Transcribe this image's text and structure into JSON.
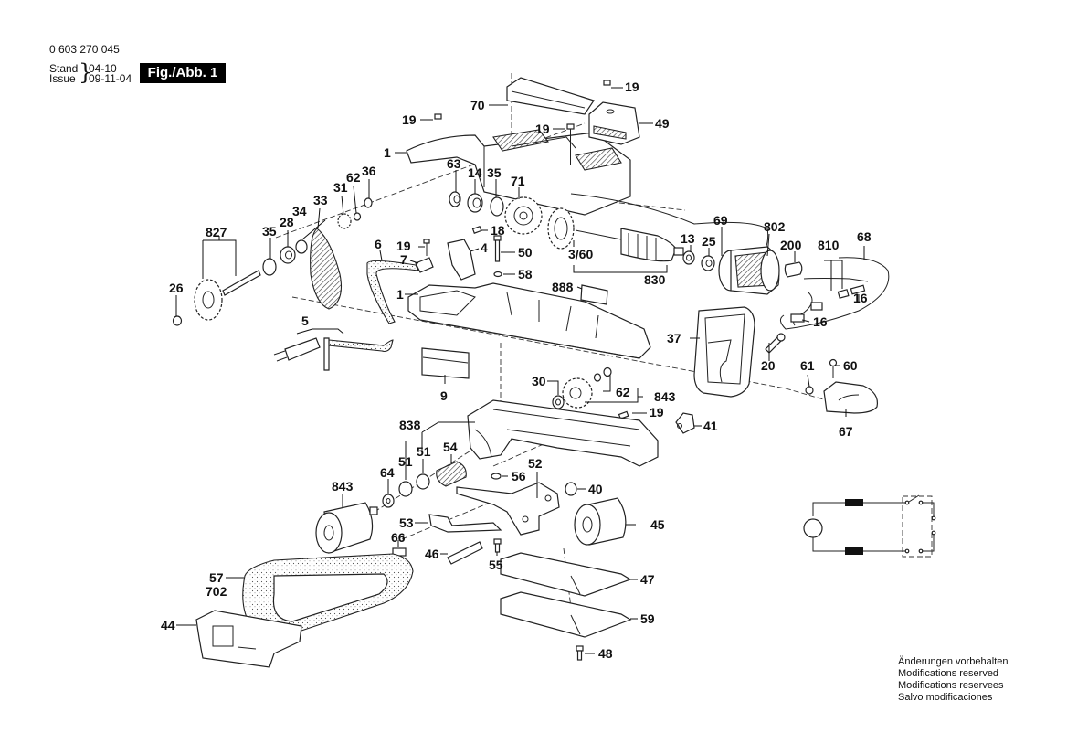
{
  "header": {
    "doc_number": "0 603 270 045",
    "stand_label": "Stand",
    "stand_date": "04-10",
    "issue_label": "Issue",
    "issue_date": "09-11-04",
    "figure_badge": "Fig./Abb. 1"
  },
  "notice": [
    "Änderungen vorbehalten",
    "Modifications reserved",
    "Modifications reservees",
    "Salvo modificaciones"
  ],
  "part_labels": {
    "p19a": "19",
    "p70": "70",
    "p19b": "19",
    "p19c": "19",
    "p49": "49",
    "p1a": "1",
    "p63": "63",
    "p14": "14",
    "p35a": "35",
    "p71": "71",
    "p36": "36",
    "p62a": "62",
    "p31": "31",
    "p34": "34",
    "p33": "33",
    "p28": "28",
    "p35b": "35",
    "p827": "827",
    "p26": "26",
    "p69": "69",
    "p802": "802",
    "p68": "68",
    "p13": "13",
    "p25": "25",
    "p200": "200",
    "p810": "810",
    "p16a": "16",
    "p16b": "16",
    "p18": "18",
    "p19d": "19",
    "p6": "6",
    "p7": "7",
    "p4": "4",
    "p50": "50",
    "p58": "58",
    "p360": "3/60",
    "p830": "830",
    "p1b": "1",
    "p888": "888",
    "p5": "5",
    "p9": "9",
    "p37": "37",
    "p20": "20",
    "p61": "61",
    "p60": "60",
    "p67": "67",
    "p30": "30",
    "p62b": "62",
    "p843a": "843",
    "p19e": "19",
    "p41": "41",
    "p838": "838",
    "p51a": "51",
    "p51b": "51",
    "p54": "54",
    "p64": "64",
    "p56": "56",
    "p52": "52",
    "p40": "40",
    "p843b": "843",
    "p53": "53",
    "p66": "66",
    "p46": "46",
    "p55": "55",
    "p45": "45",
    "p57": "57",
    "p702": "702",
    "p47": "47",
    "p44": "44",
    "p59": "59",
    "p48": "48"
  },
  "schematic": {
    "components": [
      "motor",
      "field-coil-top",
      "field-coil-bottom",
      "switch"
    ]
  }
}
